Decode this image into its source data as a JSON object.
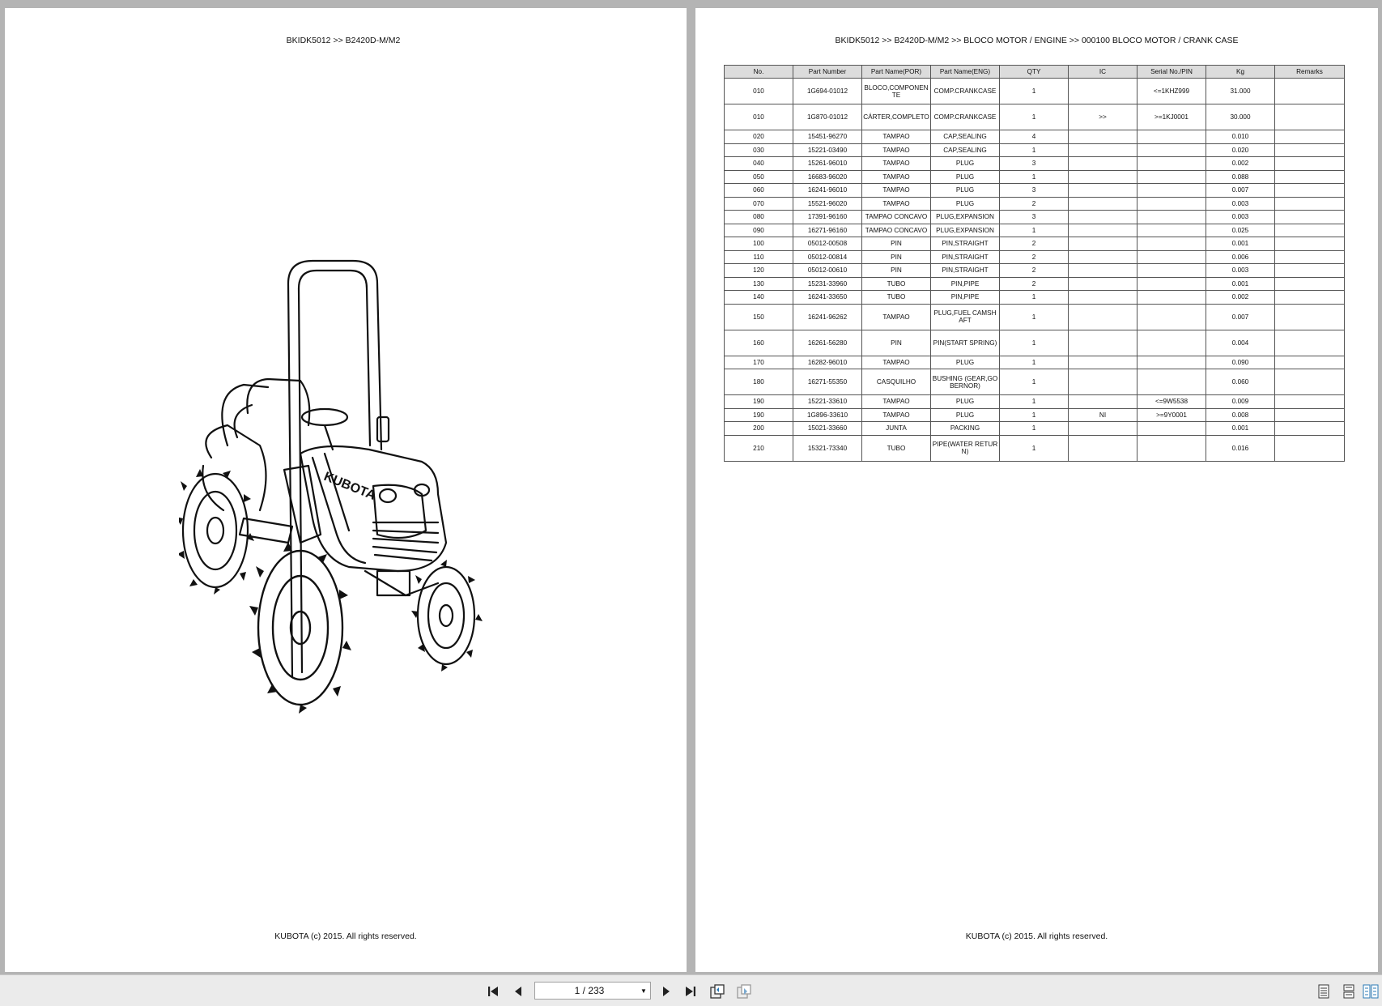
{
  "left_page": {
    "header": "BKIDK5012 >> B2420D-M/M2",
    "footer": "KUBOTA (c) 2015. All rights reserved."
  },
  "right_page": {
    "header": "BKIDK5012 >> B2420D-M/M2 >> BLOCO MOTOR / ENGINE >> 000100   BLOCO MOTOR / CRANK CASE",
    "footer": "KUBOTA (c) 2015. All rights reserved."
  },
  "table": {
    "columns": [
      "No.",
      "Part Number",
      "Part Name(POR)",
      "Part Name(ENG)",
      "QTY",
      "IC",
      "Serial No./PIN",
      "Kg",
      "Remarks"
    ],
    "rows": [
      [
        "010",
        "1G694-01012",
        "BLOCO,COMPONENTE",
        "COMP.CRANKCASE",
        "1",
        "",
        "<=1KHZ999",
        "31.000",
        ""
      ],
      [
        "010",
        "1G870-01012",
        "CÁRTER,COMPLETO",
        "COMP.CRANKCASE",
        "1",
        ">>",
        ">=1KJ0001",
        "30.000",
        ""
      ],
      [
        "020",
        "15451-96270",
        "TAMPAO",
        "CAP,SEALING",
        "4",
        "",
        "",
        "0.010",
        ""
      ],
      [
        "030",
        "15221-03490",
        "TAMPAO",
        "CAP,SEALING",
        "1",
        "",
        "",
        "0.020",
        ""
      ],
      [
        "040",
        "15261-96010",
        "TAMPAO",
        "PLUG",
        "3",
        "",
        "",
        "0.002",
        ""
      ],
      [
        "050",
        "16683-96020",
        "TAMPAO",
        "PLUG",
        "1",
        "",
        "",
        "0.088",
        ""
      ],
      [
        "060",
        "16241-96010",
        "TAMPAO",
        "PLUG",
        "3",
        "",
        "",
        "0.007",
        ""
      ],
      [
        "070",
        "15521-96020",
        "TAMPAO",
        "PLUG",
        "2",
        "",
        "",
        "0.003",
        ""
      ],
      [
        "080",
        "17391-96160",
        "TAMPAO CONCAVO",
        "PLUG,EXPANSION",
        "3",
        "",
        "",
        "0.003",
        ""
      ],
      [
        "090",
        "16271-96160",
        "TAMPAO CONCAVO",
        "PLUG,EXPANSION",
        "1",
        "",
        "",
        "0.025",
        ""
      ],
      [
        "100",
        "05012-00508",
        "PIN",
        "PIN,STRAIGHT",
        "2",
        "",
        "",
        "0.001",
        ""
      ],
      [
        "110",
        "05012-00814",
        "PIN",
        "PIN,STRAIGHT",
        "2",
        "",
        "",
        "0.006",
        ""
      ],
      [
        "120",
        "05012-00610",
        "PIN",
        "PIN,STRAIGHT",
        "2",
        "",
        "",
        "0.003",
        ""
      ],
      [
        "130",
        "15231-33960",
        "TUBO",
        "PIN,PIPE",
        "2",
        "",
        "",
        "0.001",
        ""
      ],
      [
        "140",
        "16241-33650",
        "TUBO",
        "PIN,PIPE",
        "1",
        "",
        "",
        "0.002",
        ""
      ],
      [
        "150",
        "16241-96262",
        "TAMPAO",
        "PLUG,FUEL CAMSHAFT",
        "1",
        "",
        "",
        "0.007",
        ""
      ],
      [
        "160",
        "16261-56280",
        "PIN",
        "PIN(START SPRING)",
        "1",
        "",
        "",
        "0.004",
        ""
      ],
      [
        "170",
        "16282-96010",
        "TAMPAO",
        "PLUG",
        "1",
        "",
        "",
        "0.090",
        ""
      ],
      [
        "180",
        "16271-55350",
        "CASQUILHO",
        "BUSHING (GEAR,GOBERNOR)",
        "1",
        "",
        "",
        "0.060",
        ""
      ],
      [
        "190",
        "15221-33610",
        "TAMPAO",
        "PLUG",
        "1",
        "",
        "<=9W5538",
        "0.009",
        ""
      ],
      [
        "190",
        "1G896-33610",
        "TAMPAO",
        "PLUG",
        "1",
        "NI",
        ">=9Y0001",
        "0.008",
        ""
      ],
      [
        "200",
        "15021-33660",
        "JUNTA",
        "PACKING",
        "1",
        "",
        "",
        "0.001",
        ""
      ],
      [
        "210",
        "15321-73340",
        "TUBO",
        "PIPE(WATER RETURN)",
        "1",
        "",
        "",
        "0.016",
        ""
      ]
    ],
    "tall_rows": [
      0,
      1,
      15,
      16,
      18,
      22
    ]
  },
  "illustration": {
    "brand_text": "KUBOTA"
  },
  "toolbar": {
    "page_indicator": "1 / 233",
    "icons": [
      "first-page-icon",
      "prev-page-icon",
      "next-page-icon",
      "last-page-icon",
      "rotate-icon",
      "thumbnail-icon",
      "single-page-view-icon",
      "continuous-view-icon",
      "two-page-view-icon"
    ]
  }
}
